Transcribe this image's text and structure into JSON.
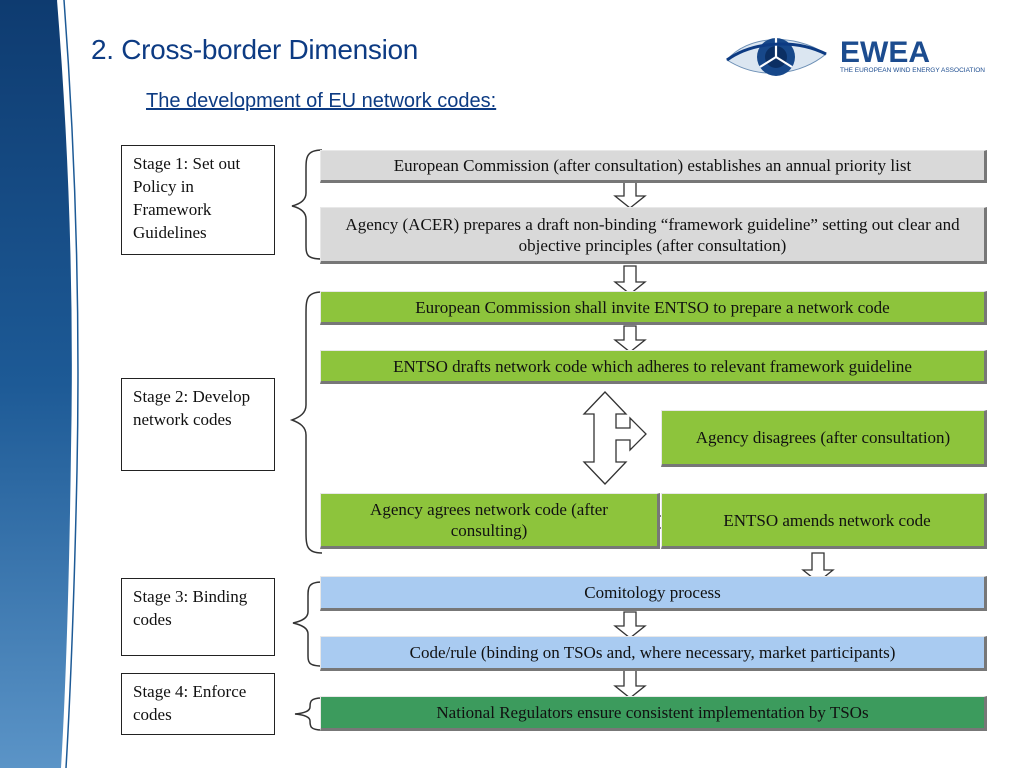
{
  "header": {
    "title": "2. Cross-border Dimension",
    "subtitle": "The development of EU network codes:"
  },
  "logo": {
    "name": "EWEA",
    "tagline": "THE EUROPEAN WIND ENERGY ASSOCIATION"
  },
  "stages": [
    {
      "label": "Stage 1: Set out Policy in Framework Guidelines"
    },
    {
      "label": "Stage 2: Develop network codes"
    },
    {
      "label": "Stage 3: Binding codes"
    },
    {
      "label": "Stage 4: Enforce codes"
    }
  ],
  "steps": {
    "s1a": "European Commission (after consultation) establishes an annual priority list",
    "s1b": "Agency (ACER) prepares a draft non-binding “framework guideline” setting out clear and objective principles (after consultation)",
    "s2a": "European Commission shall invite ENTSO to prepare a network code",
    "s2b": "ENTSO drafts network code which adheres to relevant framework guideline",
    "s2c": "Agency disagrees (after consultation)",
    "s2d": "Agency agrees network code (after consulting)",
    "s2e": "ENTSO amends network code",
    "s3a": "Comitology process",
    "s3b": "Code/rule (binding on TSOs and, where necessary, market participants)",
    "s4a": "National Regulators ensure consistent implementation by TSOs"
  },
  "colors": {
    "title": "#0d3b83",
    "gray": "#d9d9d9",
    "green": "#8dc43c",
    "blue": "#a9cbf1",
    "dark_green": "#3c9b5d",
    "side_band": "#1a4f8a"
  }
}
